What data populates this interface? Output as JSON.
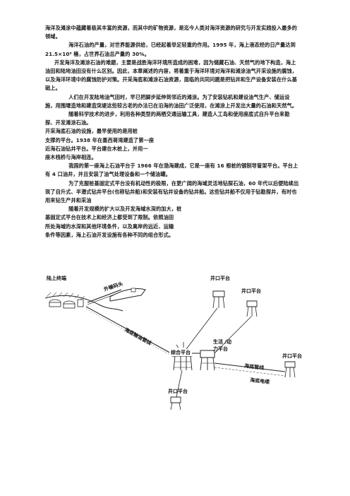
{
  "paragraphs": [
    "海洋及滩涂中蕴藏着极其丰富的资源，而其中的矿物资源，是迄今人类对海洋资源的研究与开发实践投入最多的领域。",
    "海洋石油的产量，对世界能源供给，已经起着举足轻重的作用。1995 年，海上液态烃的日产量达到 21.5×10⁶ 桶，占世界石油总产量的 30%。",
    "开发海洋及滩涂石油的难题，主要是战胜海洋环境所造成的困难，因为储藏石油、天然气的地下构造，海上油田和陆地油田没有什么区别。因此，本章阐述的内容，将着重于海洋环境对海洋和滩涂油气开采设施的腐蚀，以及海洋环境中的腐蚀防护对策。开采海底和滩涂石油资源，面临的共同问题是把钻井和生产设备安装在什么基础上。",
    "人们在开发陆地油气田时，早已把脚步延伸到邻近的滩涂。为了安装钻机和建设油气生产、储运设施，用围堰造地和建造突堤这些较古老的办法已在沿海的油田广泛使用，在滩涂上开发出大量的石油和天然气。",
    "随着科学技术的进步，利用各种类型的两栖交通运输工具，建造人工岛和使用座底式自升平台来勘探、开发滩涂石油。",
    "开采海底石油的设施，最早使用的是用桩",
    "支撑的平台。1938 年在墨西哥湾建造了第一座",
    "近海石油钻井平台。平台建在木桩上，并用一",
    "座木栈桥与海岸相连。",
    "我国的第一座海上石油平台于 1966 年在渤海建成，它是一座有 16 根桩的钢制导管架平台。平台上有 4 口油井，并且安装了油气处理设备和一个储油罐。",
    "为了克服桩基固定式平台没有机动性的极限，在更广阔的海域灵活地钻探石油，60 年代以后便陆续出现了自升式、半潜式钻井平台(也称钻井船)和安装有钻井设备的钻井船。这些钻井船不仅用于钻勘探井，有时也用来钻生产井和采油",
    "随着开发规模的扩大以及开发海域水深的加大，桩",
    "基固定式平台在技术上和经济上都受到了限制。依照油田",
    "所处海域的水深和其他环境条件，以及离岸的远近、运输",
    "条件等因素，海上石油开发设施有各种不同的组合形式。"
  ],
  "diagram": {
    "labels": {
      "shore_terminal": "陆上终端",
      "export_pier": "外输码头",
      "subsea_pipeline": "海底输油管线",
      "wellhead_top": "井口平台",
      "wellhead_right": "井口平台",
      "wellhead_far_right": "井口平台",
      "wellhead_bottom": "井口平台",
      "central_platform": "综合平台",
      "living_quarters_1": "生活 /动",
      "living_quarters_2": "力平台",
      "subsea_pipe": "海底管线",
      "subsea_cable": "海底电缆"
    }
  }
}
